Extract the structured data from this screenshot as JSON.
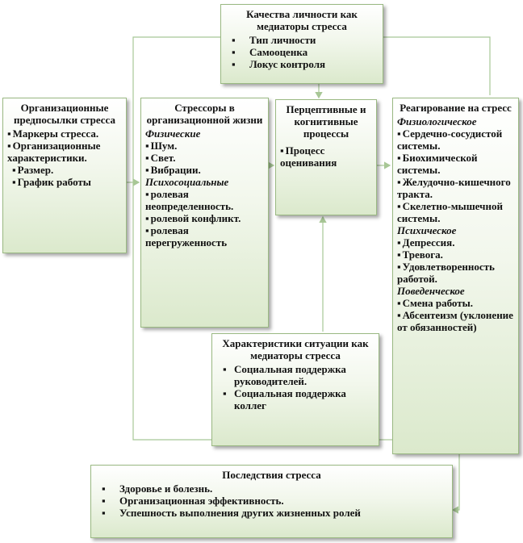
{
  "personality": {
    "title": "Качества личности как медиаторы стресса",
    "items": [
      "Тип личности",
      "Самооценка",
      "Локус контроля"
    ]
  },
  "org": {
    "title": "Организационные предпосылки стресса",
    "items": [
      "Маркеры стресса.",
      "Организационные характеристики.",
      "Размер.",
      "График работы"
    ]
  },
  "stressors": {
    "title": "Стрессоры в организационной жизни",
    "physical_label": "Физические",
    "physical": [
      "Шум.",
      "Свет.",
      "Вибрации."
    ],
    "psychosocial_label": "Психосоциальные",
    "psychosocial": [
      "ролевая неопределенность.",
      "ролевой конфликт.",
      "ролевая перегруженность"
    ]
  },
  "perceptive": {
    "title": "Перцептивные и когнитивные процессы",
    "items": [
      "Процесс оценивания"
    ]
  },
  "reaction": {
    "title": "Реагирование на стресс",
    "physio_label": "Физиологическое",
    "physio": [
      "Сердечно-сосудистой системы.",
      "Биохимической системы.",
      "Желудочно-кишечного тракта.",
      "Скелетно-мышечной системы."
    ],
    "psych_label": "Психическое",
    "psych": [
      "Депрессия.",
      "Тревога.",
      "Удовлетворенность работой."
    ],
    "behav_label": "Поведенческое",
    "behav": [
      "Смена работы.",
      "Абсентеизм (уклонение от обязанностей)"
    ]
  },
  "situation": {
    "title": "Характеристики ситуации как медиаторы стресса",
    "items": [
      "Социальная поддержка руководителей.",
      "Социальная поддержка коллег"
    ]
  },
  "consequences": {
    "title": "Последствия стресса",
    "items": [
      "Здоровье и болезнь.",
      "Организационная эффективность.",
      "Успешность выполнения других жизненных ролей"
    ]
  },
  "colors": {
    "border": "#9ab982",
    "fill": "#dbe9cc",
    "connector": "#a8c796"
  }
}
